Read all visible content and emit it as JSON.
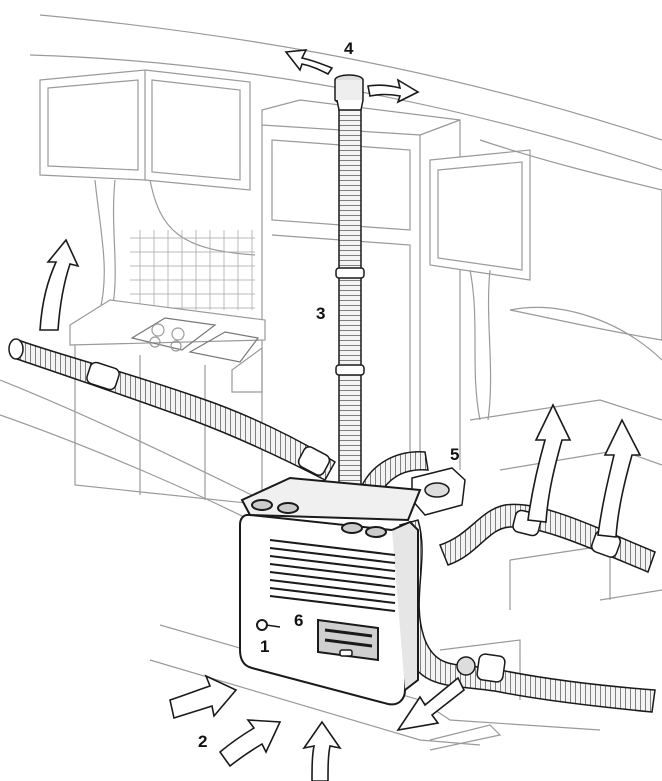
{
  "callouts": {
    "heater_unit": "1",
    "air_intake": "2",
    "flue_pipe": "3",
    "roof_cowl": "4",
    "distribution_junction": "5",
    "blower_fan": "6"
  },
  "colors": {
    "line": "#1a1a1a",
    "light_line": "#9a9a9a",
    "duct_fill": "#f4f4f4",
    "heater_fill": "#ffffff"
  }
}
